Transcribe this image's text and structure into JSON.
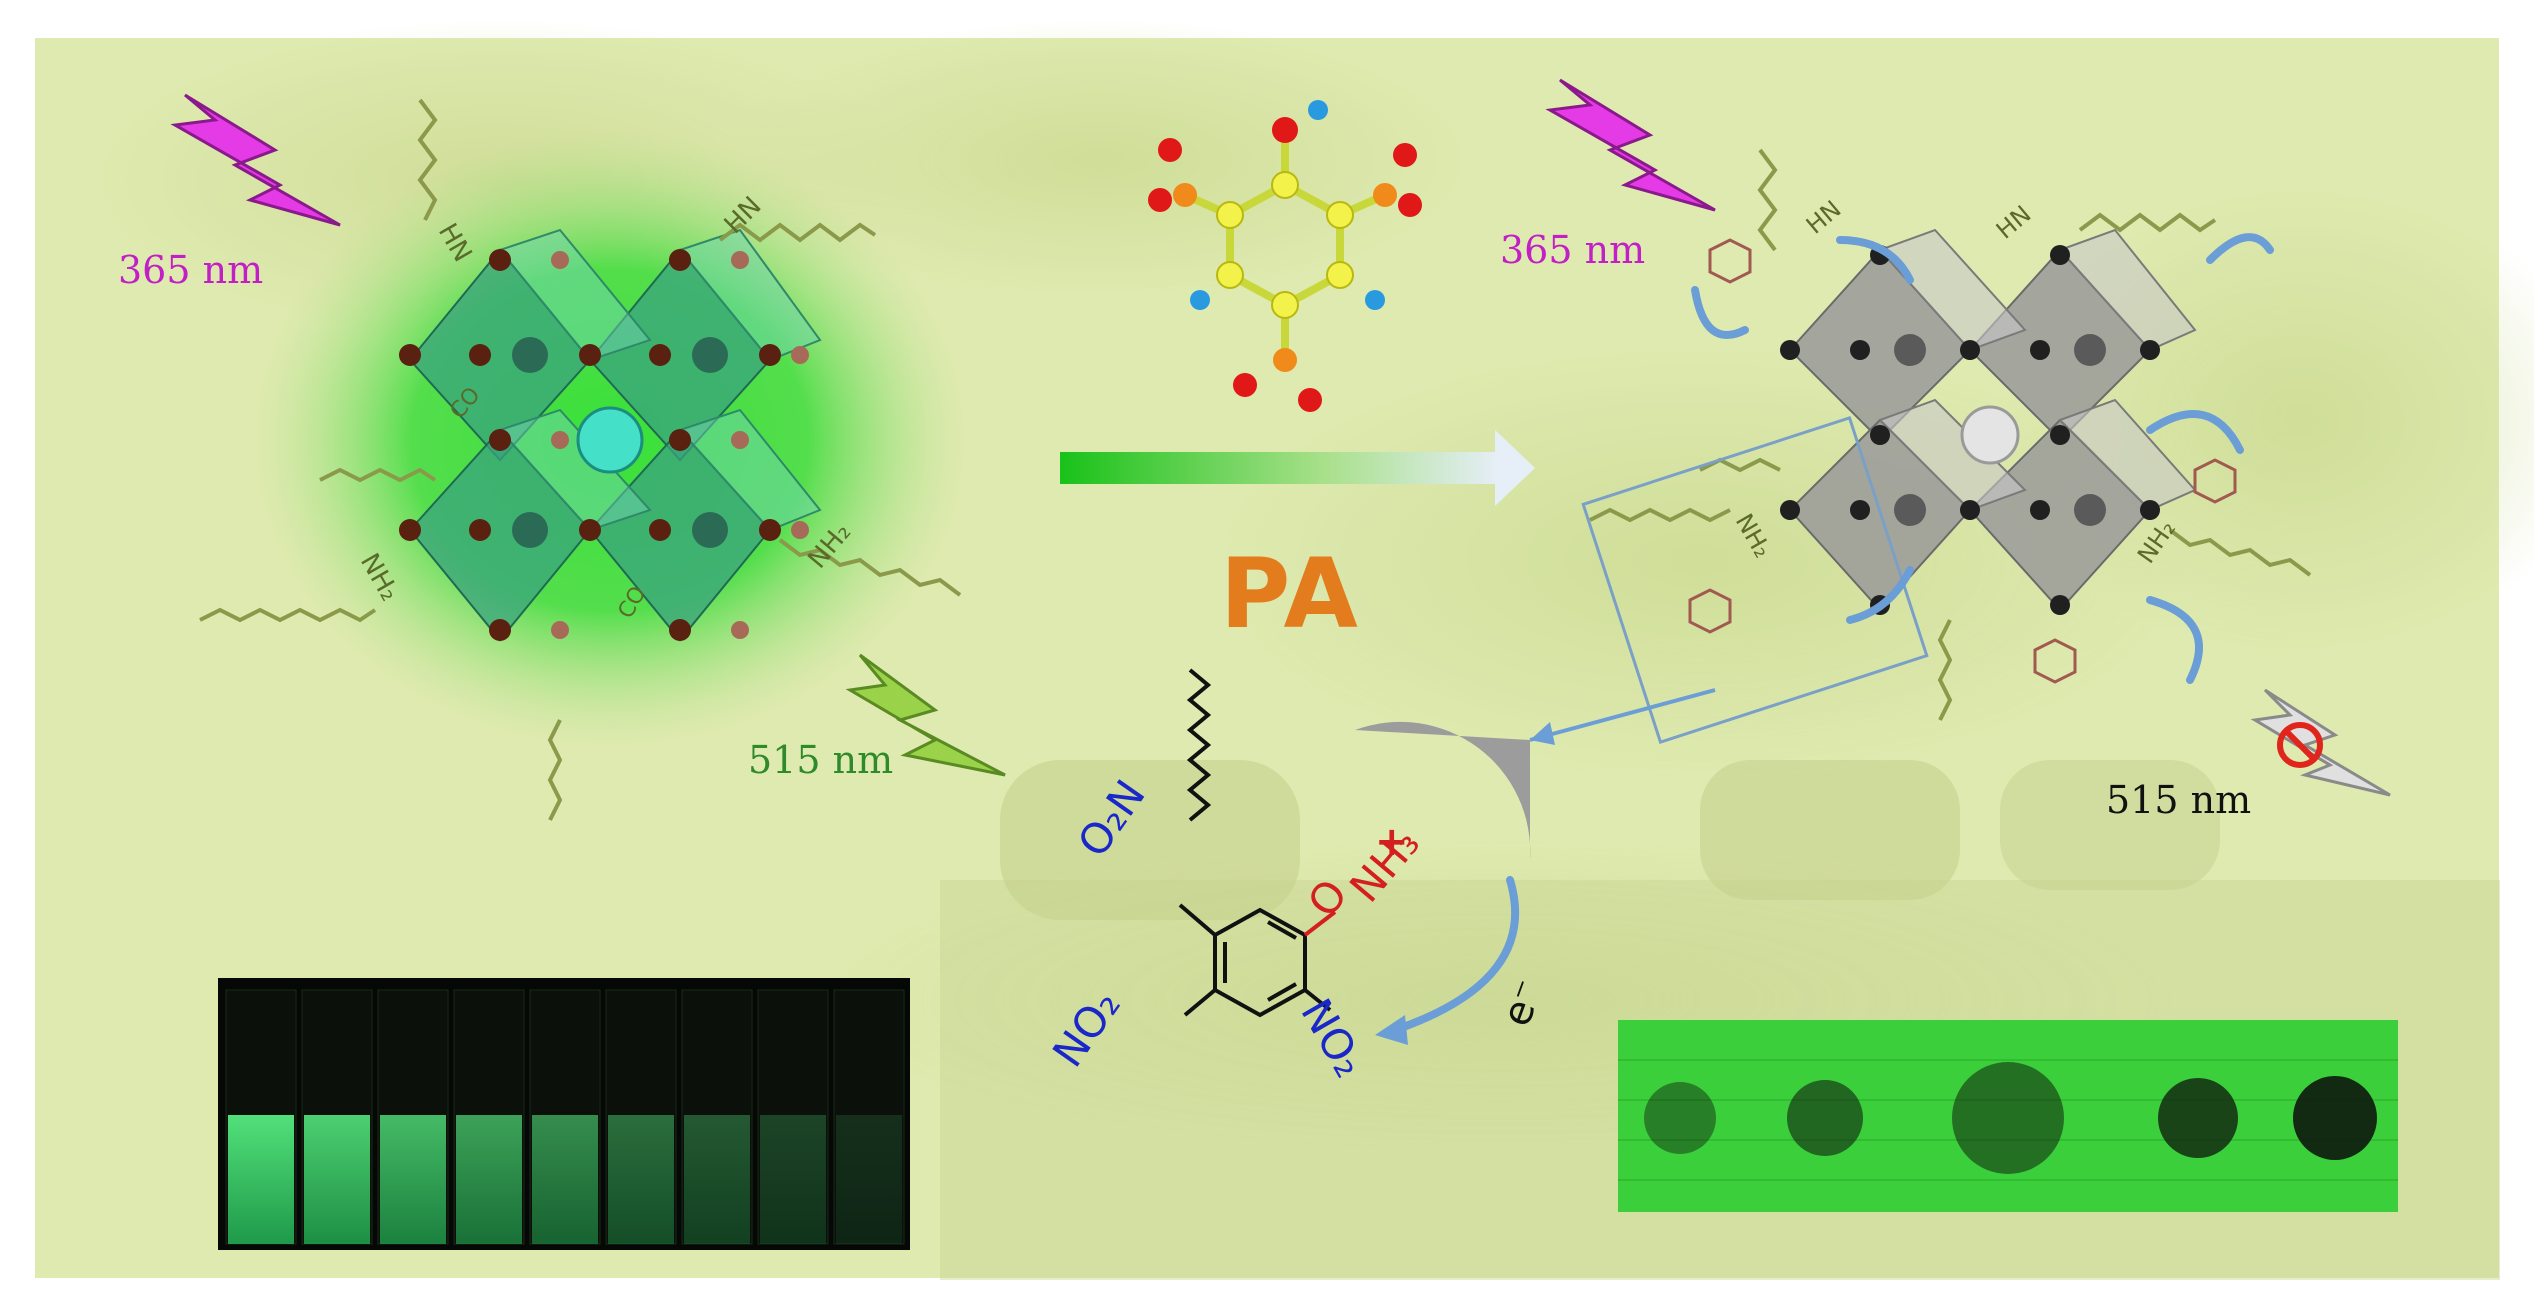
{
  "labels": {
    "uv_left": "365 nm",
    "uv_right": "365 nm",
    "emission_left": "515 nm",
    "emission_right": "515 nm",
    "analyte": "PA",
    "electron": "e⁻"
  },
  "chemistry": {
    "nitro_top": "O₂N",
    "nitro_left": "NO₂",
    "nitro_right": "NO₂",
    "phenolate_o": "O",
    "ammonium": "NH₃",
    "charge_plus": "+",
    "ligand_amine": "NH₂",
    "ligand_hn": "HN",
    "ligand_co": "CO"
  },
  "photos": {
    "vials_count": 9,
    "vial_brightness": [
      1.0,
      0.92,
      0.82,
      0.7,
      0.6,
      0.45,
      0.35,
      0.25,
      0.15
    ],
    "plate_spot_darkness": [
      0.45,
      0.6,
      0.55,
      0.8,
      0.95
    ]
  },
  "colors": {
    "background": "#dfeab0",
    "uv_bolt": "#e43be6",
    "green_bolt": "#8dc63f",
    "perovskite_green": "#3aa37e",
    "perovskite_gray": "#9a9a9a",
    "nitro_blue": "#1a27c9",
    "charge_red": "#d41f1f",
    "arrow_blue": "#6b9ed6"
  }
}
